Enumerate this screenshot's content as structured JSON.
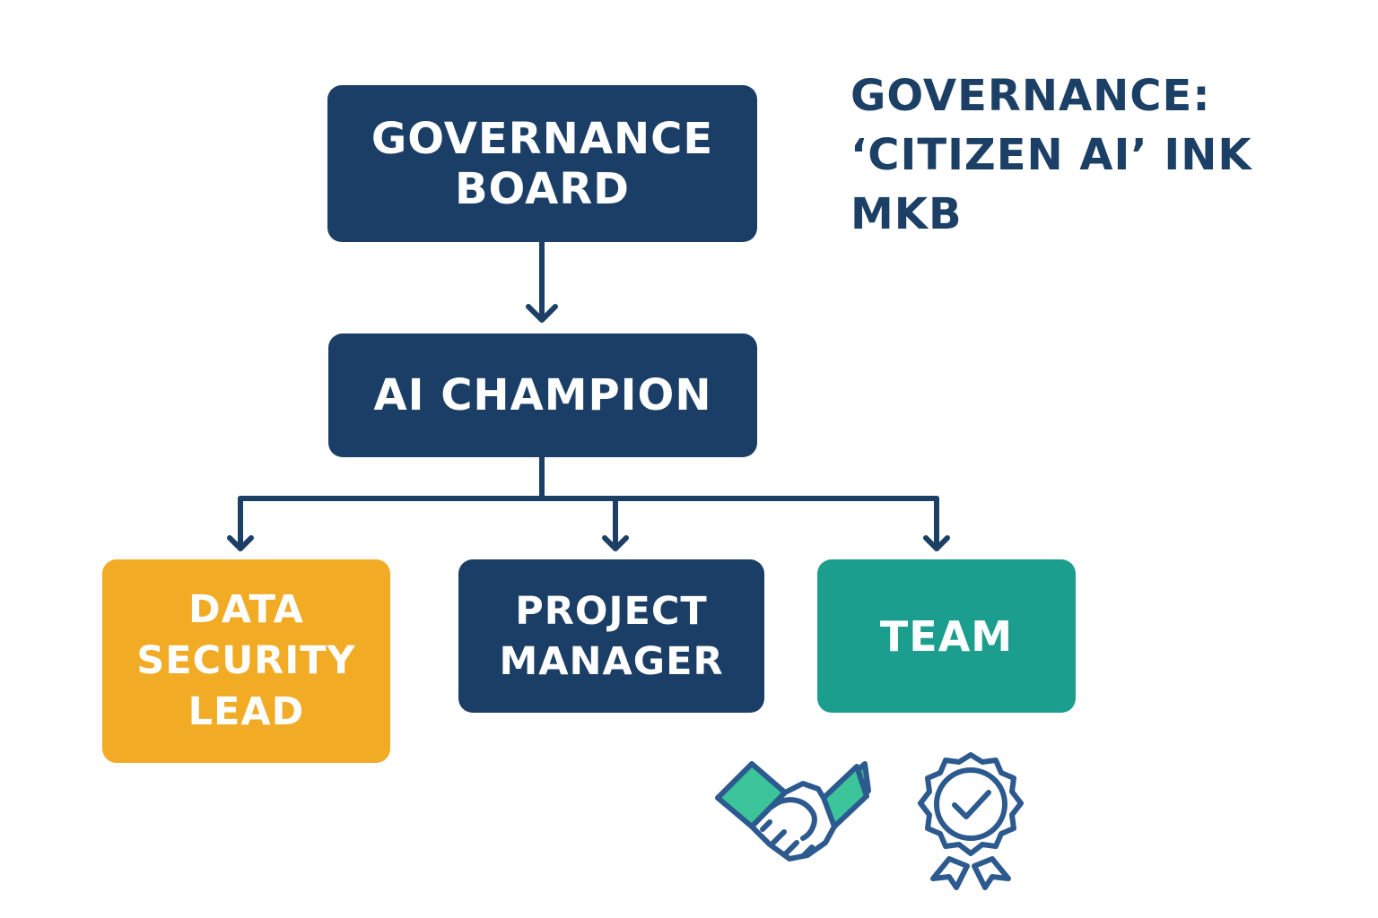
{
  "title": {
    "lines": [
      "GOVERNANCE:",
      "‘CITIZEN AI’ INK",
      "MKB"
    ]
  },
  "nodes": {
    "board": {
      "lines": [
        "GOVERNANCE",
        "BOARD"
      ]
    },
    "champion": {
      "lines": [
        "AI CHAMPION"
      ]
    },
    "security": {
      "lines": [
        "DATA",
        "SECURITY",
        "LEAD"
      ]
    },
    "pm": {
      "lines": [
        "PROJECT",
        "MANAGER"
      ]
    },
    "team": {
      "lines": [
        "TEAM"
      ]
    }
  },
  "colors": {
    "navy": "#1b3e66",
    "amber": "#f2ab25",
    "teal": "#1b9e8d",
    "connector": "#1c3f66",
    "icon_green": "#3cc49a",
    "icon_blue": "#2c5a8f"
  },
  "icons": [
    "handshake-icon",
    "certified-badge-icon"
  ]
}
